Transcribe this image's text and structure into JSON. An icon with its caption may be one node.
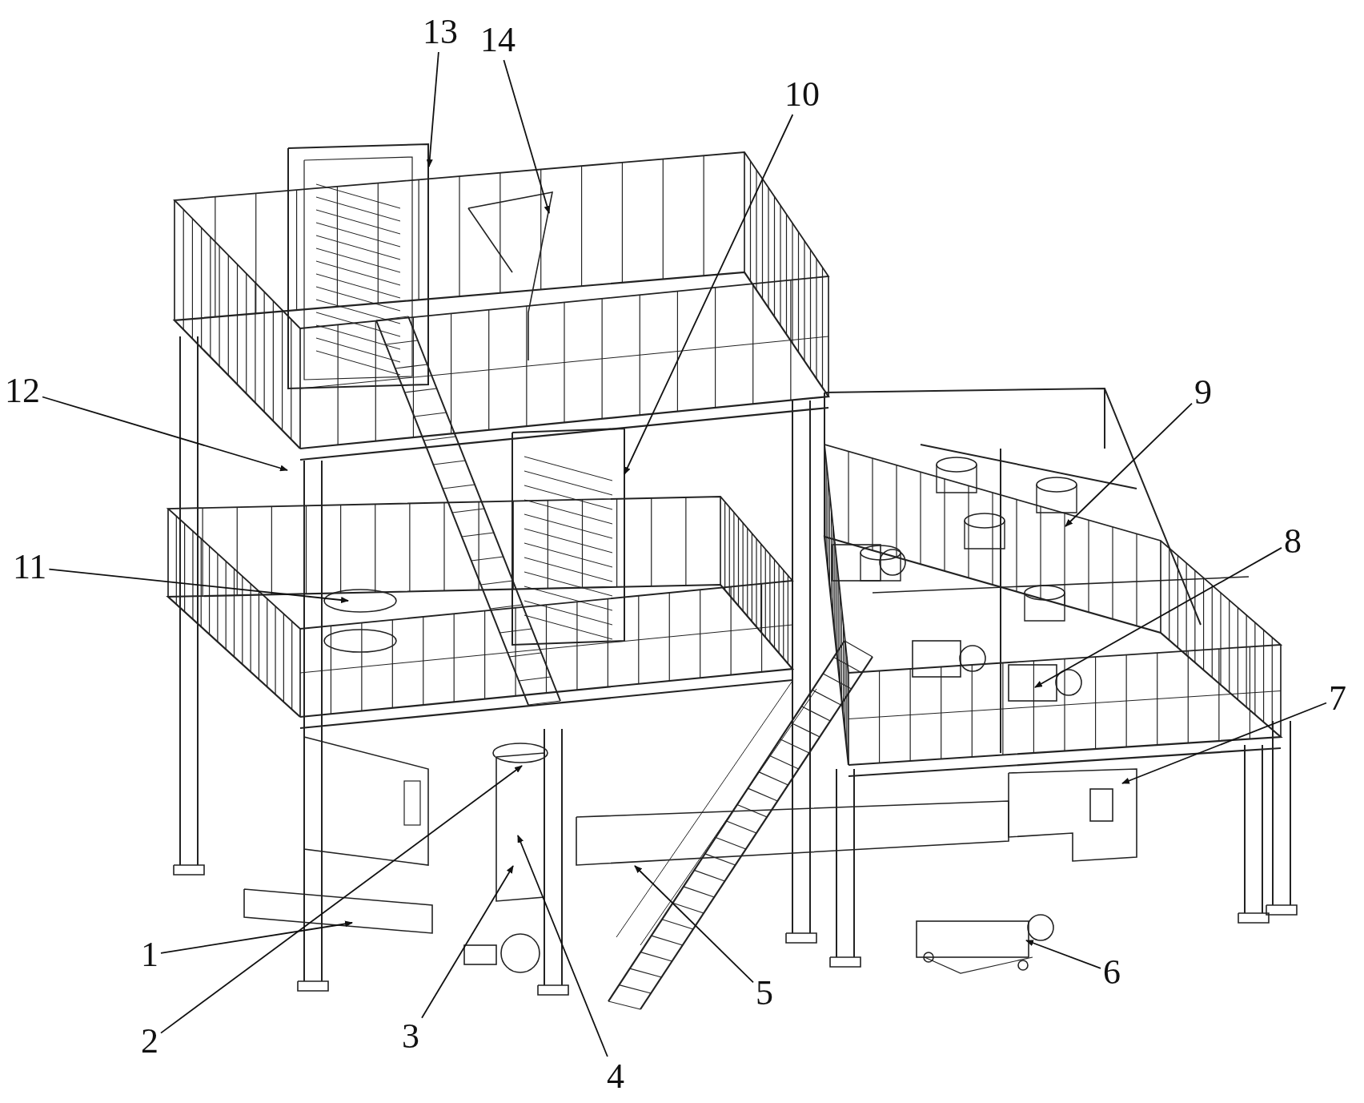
{
  "diagram": {
    "nodes": [
      {
        "text": [
          "13"
        ]
      },
      {
        "text": [
          "14"
        ]
      },
      {
        "text": [
          "10"
        ]
      },
      {
        "text": [
          "12"
        ]
      },
      {
        "text": [
          "9"
        ]
      },
      {
        "text": [
          "11"
        ]
      },
      {
        "text": [
          "8"
        ]
      },
      {
        "text": [
          "7"
        ]
      },
      {
        "text": [
          "1"
        ]
      },
      {
        "text": [
          "6"
        ]
      },
      {
        "text": [
          "5"
        ]
      },
      {
        "text": [
          "2"
        ]
      },
      {
        "text": [
          "3"
        ]
      },
      {
        "text": [
          "4"
        ]
      }
    ],
    "edges": [
      {
        "from": 0,
        "to": null,
        "arrow": "to"
      },
      {
        "from": 1,
        "to": null,
        "arrow": "to"
      },
      {
        "from": 2,
        "to": null,
        "arrow": "to"
      },
      {
        "from": 3,
        "to": null,
        "arrow": "to"
      },
      {
        "from": 4,
        "to": null,
        "arrow": "to"
      },
      {
        "from": 5,
        "to": null,
        "arrow": "to"
      },
      {
        "from": 6,
        "to": null,
        "arrow": "to"
      },
      {
        "from": 7,
        "to": null,
        "arrow": "to"
      },
      {
        "from": 8,
        "to": null,
        "arrow": "to"
      },
      {
        "from": 9,
        "to": null,
        "arrow": "to"
      },
      {
        "from": 10,
        "to": null,
        "arrow": "to"
      },
      {
        "from": 11,
        "to": null,
        "arrow": "to"
      },
      {
        "from": 12,
        "to": null,
        "arrow": "to"
      },
      {
        "from": 13,
        "to": null,
        "arrow": "to"
      }
    ]
  }
}
